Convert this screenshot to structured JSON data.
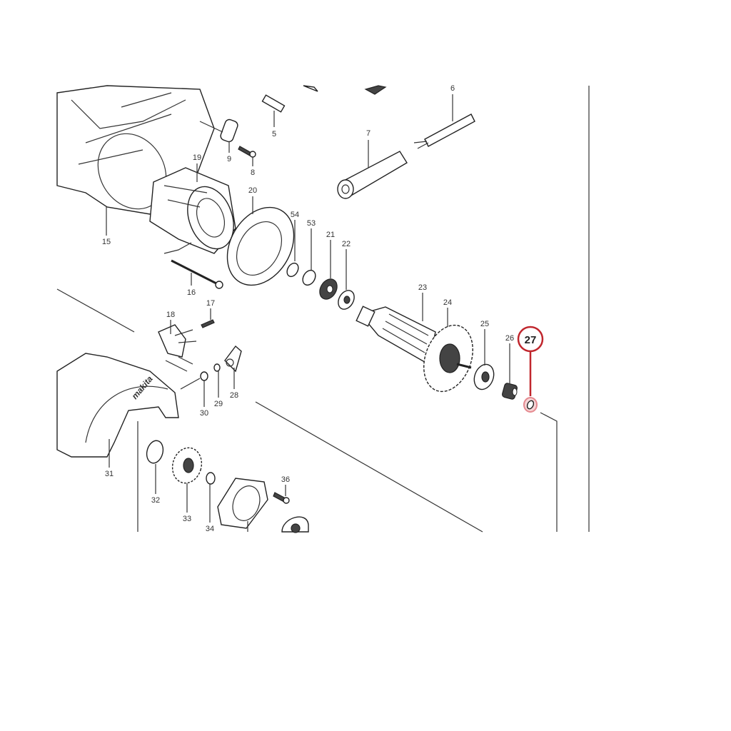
{
  "diagram": {
    "highlight_color": "#c0262d",
    "brand_text": "makita",
    "highlighted_part": "27",
    "part_labels": [
      "5",
      "6",
      "7",
      "8",
      "9",
      "15",
      "16",
      "17",
      "18",
      "19",
      "20",
      "21",
      "22",
      "23",
      "24",
      "25",
      "26",
      "27",
      "28",
      "29",
      "30",
      "31",
      "32",
      "33",
      "34",
      "36",
      "53",
      "54"
    ]
  }
}
